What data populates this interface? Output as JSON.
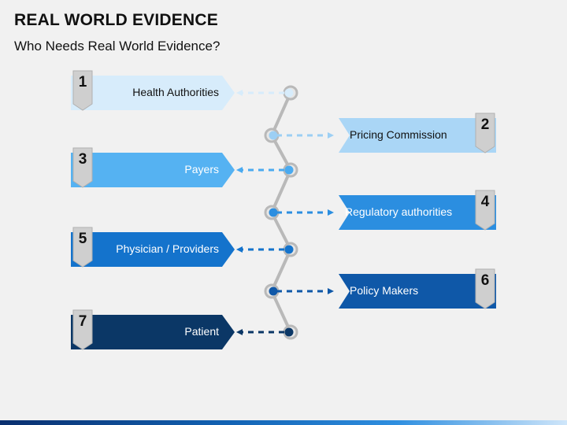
{
  "title": "REAL WORLD EVIDENCE",
  "subtitle": "Who Needs Real World Evidence?",
  "items": [
    {
      "num": "1",
      "label": "Health Authorities",
      "side": "left",
      "color": "#d7ecfb",
      "text_color": "#111111",
      "dot": "#d7ecfb"
    },
    {
      "num": "2",
      "label": "Pricing Commission",
      "side": "right",
      "color": "#aad6f6",
      "text_color": "#111111",
      "dot": "#9ccff4"
    },
    {
      "num": "3",
      "label": "Payers",
      "side": "left",
      "color": "#55b2f2",
      "text_color": "#ffffff",
      "dot": "#4aaaf0"
    },
    {
      "num": "4",
      "label": "Regulatory authorities",
      "side": "right",
      "color": "#2b8ee0",
      "text_color": "#ffffff",
      "dot": "#2b8ee0"
    },
    {
      "num": "5",
      "label": "Physician / Providers",
      "side": "left",
      "color": "#1473cc",
      "text_color": "#ffffff",
      "dot": "#1473cc"
    },
    {
      "num": "6",
      "label": "Policy Makers",
      "side": "right",
      "color": "#0f58a8",
      "text_color": "#ffffff",
      "dot": "#0f58a8"
    },
    {
      "num": "7",
      "label": "Patient",
      "side": "left",
      "color": "#0b3766",
      "text_color": "#ffffff",
      "dot": "#0b3766"
    }
  ]
}
